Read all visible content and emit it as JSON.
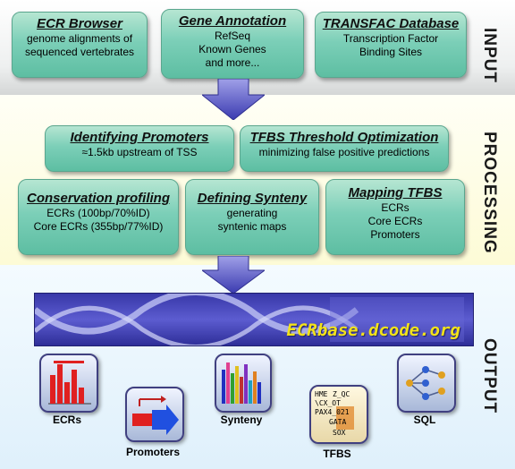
{
  "bands": {
    "input": "INPUT",
    "processing": "PROCESSING",
    "output": "OUTPUT"
  },
  "input_boxes": [
    {
      "title": "ECR Browser",
      "lines": [
        "genome alignments of",
        "sequenced vertebrates"
      ]
    },
    {
      "title": "Gene Annotation",
      "lines": [
        "RefSeq",
        "Known Genes",
        "and more..."
      ]
    },
    {
      "title": "TRANSFAC Database",
      "lines": [
        "Transcription Factor",
        "Binding Sites"
      ]
    }
  ],
  "processing_boxes": [
    {
      "title": "Identifying Promoters",
      "lines": [
        "≈1.5kb upstream of TSS"
      ]
    },
    {
      "title": "TFBS Threshold Optimization",
      "lines": [
        "minimizing false positive predictions"
      ]
    },
    {
      "title": "Conservation profiling",
      "lines": [
        "ECRs (100bp/70%ID)",
        "Core ECRs (355bp/77%ID)"
      ]
    },
    {
      "title": "Defining Synteny",
      "lines": [
        "generating",
        "syntenic maps"
      ]
    },
    {
      "title": "Mapping TFBS",
      "lines": [
        "ECRs",
        "Core ECRs",
        "Promoters"
      ]
    }
  ],
  "banner": {
    "title": "ECRbase.dcode.org"
  },
  "outputs": [
    {
      "label": "ECRs",
      "icon": "bar-chart-icon"
    },
    {
      "label": "Promoters",
      "icon": "arrow-block-icon"
    },
    {
      "label": "Synteny",
      "icon": "synteny-bars-icon"
    },
    {
      "label": "TFBS",
      "icon": "tfbs-matrix-icon"
    },
    {
      "label": "SQL",
      "icon": "network-graph-icon"
    }
  ],
  "tfbs_icon_text": [
    "HME",
    "Z_QC",
    "\\CX_OT",
    "PAX4_021",
    "GATA",
    "SOX"
  ],
  "colors": {
    "box": "#7ccfb8",
    "arrow": "#5050c0",
    "banner": "#3838a8",
    "banner_text": "#f2e21a"
  }
}
